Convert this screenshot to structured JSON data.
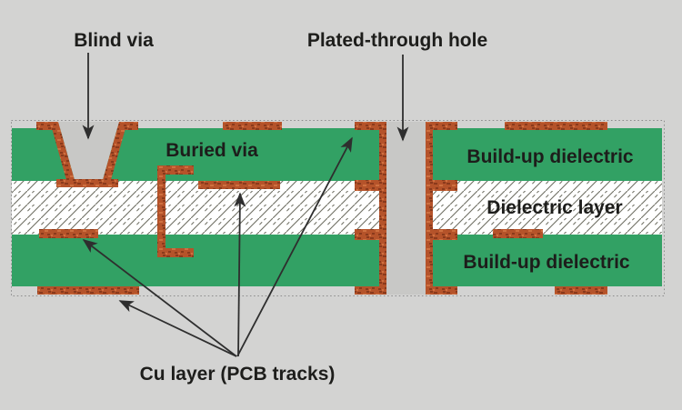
{
  "title": "PCB cross-section diagram",
  "labels": {
    "blind_via": "Blind via",
    "plated_through_hole": "Plated-through hole",
    "buried_via": "Buried via",
    "build_up_dielectric_top": "Build-up dielectric",
    "dielectric_layer": "Dielectric layer",
    "build_up_dielectric_bottom": "Build-up dielectric",
    "cu_layer": "Cu layer (PCB tracks)"
  },
  "colors": {
    "background": "#d3d3d2",
    "dielectric_green": "#32a164",
    "copper": "#b5532a",
    "copper_dark": "#8a3a1c",
    "copper_light": "#cf7040",
    "hole_gray": "#c8c8c6",
    "hatch_line": "#6f6f63",
    "outline": "#8d8d8d",
    "arrow": "#2e2e2e",
    "text": "#1d1d1b"
  }
}
